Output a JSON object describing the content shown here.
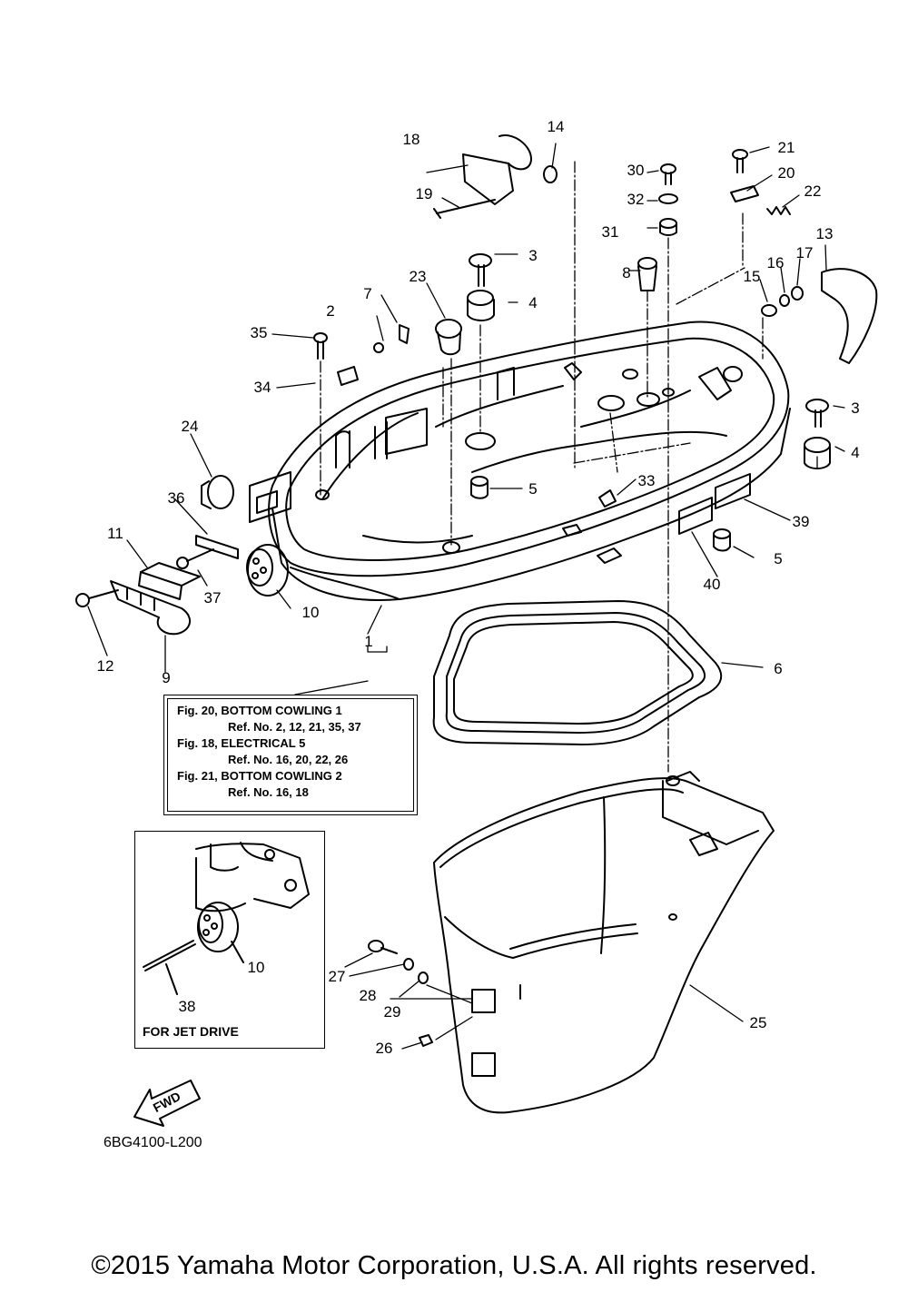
{
  "callouts": [
    {
      "n": "1"
    },
    {
      "n": "2"
    },
    {
      "n": "3"
    },
    {
      "n": "3"
    },
    {
      "n": "4"
    },
    {
      "n": "4"
    },
    {
      "n": "5"
    },
    {
      "n": "5"
    },
    {
      "n": "6"
    },
    {
      "n": "7"
    },
    {
      "n": "8"
    },
    {
      "n": "9"
    },
    {
      "n": "10"
    },
    {
      "n": "10"
    },
    {
      "n": "11"
    },
    {
      "n": "12"
    },
    {
      "n": "13"
    },
    {
      "n": "14"
    },
    {
      "n": "15"
    },
    {
      "n": "16"
    },
    {
      "n": "17"
    },
    {
      "n": "18"
    },
    {
      "n": "19"
    },
    {
      "n": "20"
    },
    {
      "n": "21"
    },
    {
      "n": "22"
    },
    {
      "n": "23"
    },
    {
      "n": "24"
    },
    {
      "n": "25"
    },
    {
      "n": "26"
    },
    {
      "n": "27"
    },
    {
      "n": "28"
    },
    {
      "n": "29"
    },
    {
      "n": "30"
    },
    {
      "n": "31"
    },
    {
      "n": "32"
    },
    {
      "n": "33"
    },
    {
      "n": "34"
    },
    {
      "n": "35"
    },
    {
      "n": "36"
    },
    {
      "n": "37"
    },
    {
      "n": "38"
    },
    {
      "n": "39"
    },
    {
      "n": "40"
    }
  ],
  "reference_box": [
    {
      "figure": "Fig. 20, BOTTOM COWLING 1",
      "refs": "Ref. No. 2, 12, 21, 35, 37"
    },
    {
      "figure": "Fig. 18, ELECTRICAL 5",
      "refs": "Ref. No. 16, 20, 22, 26"
    },
    {
      "figure": "Fig. 21, BOTTOM COWLING 2",
      "refs": "Ref. No. 16, 18"
    }
  ],
  "inset_caption": "FOR JET DRIVE",
  "fwd_label": "FWD",
  "part_code": "6BG4100-L200",
  "copyright": "©2015 Yamaha Motor Corporation, U.S.A. All rights reserved."
}
